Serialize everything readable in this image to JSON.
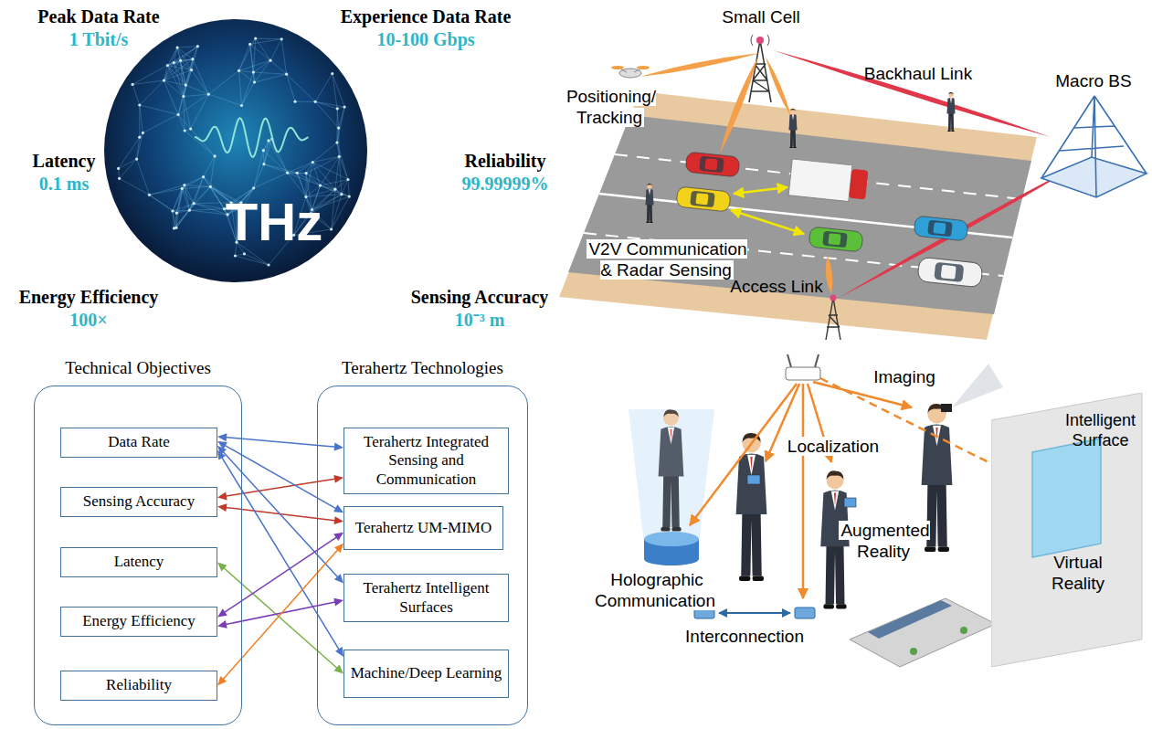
{
  "diagram": {
    "nodes": [
      {
        "text": [
          "THz"
        ]
      },
      {
        "text": [
          "Technical Objectives"
        ]
      },
      {
        "text": [
          "Data Rate"
        ],
        "in": 1
      },
      {
        "text": [
          "Sensing Accuracy"
        ],
        "in": 1
      },
      {
        "text": [
          "Latency"
        ],
        "in": 1
      },
      {
        "text": [
          "Energy Efficiency"
        ],
        "in": 1
      },
      {
        "text": [
          "Reliability"
        ],
        "in": 1
      },
      {
        "text": [
          "Terahertz Technologies"
        ]
      },
      {
        "text": [
          "Terahertz Integrated Sensing and Communication"
        ],
        "in": 7
      },
      {
        "text": [
          "Terahertz UM-MIMO"
        ],
        "in": 7
      },
      {
        "text": [
          "Terahertz Intelligent Surfaces"
        ],
        "in": 7
      },
      {
        "text": [
          "Machine/Deep Learning"
        ],
        "in": 7
      },
      {
        "text": [
          "Intelligent Surface"
        ]
      }
    ],
    "edges": [
      {
        "from": 2,
        "to": 8,
        "arrow": "both"
      },
      {
        "from": 3,
        "to": 8,
        "arrow": "both"
      },
      {
        "from": 3,
        "to": 9,
        "arrow": "both"
      },
      {
        "from": 2,
        "to": 9,
        "arrow": "both"
      },
      {
        "from": 2,
        "to": 10,
        "arrow": "both"
      },
      {
        "from": 2,
        "to": 11,
        "arrow": "both"
      },
      {
        "from": 4,
        "to": 11,
        "arrow": "both"
      },
      {
        "from": 5,
        "to": 9,
        "arrow": "both"
      },
      {
        "from": 5,
        "to": 10,
        "arrow": "both"
      },
      {
        "from": 6,
        "to": 9,
        "arrow": "both"
      }
    ],
    "labels": [
      "Peak Data Rate",
      "1 Tbit/s",
      "Experience Data Rate",
      "10-100 Gbps",
      "Latency",
      "0.1 ms",
      "Reliability",
      "99.99999%",
      "Energy Efficiency",
      "100×",
      "Sensing Accuracy",
      "10⁻³ m",
      "Small Cell",
      "Backhaul Link",
      "Macro BS",
      "Positioning/ Tracking",
      "V2V Communication & Radar Sensing",
      "Access Link",
      "Imaging",
      "Localization",
      "Augmented Reality",
      "Virtual Reality",
      "Holographic Communication",
      "Interconnection"
    ]
  }
}
